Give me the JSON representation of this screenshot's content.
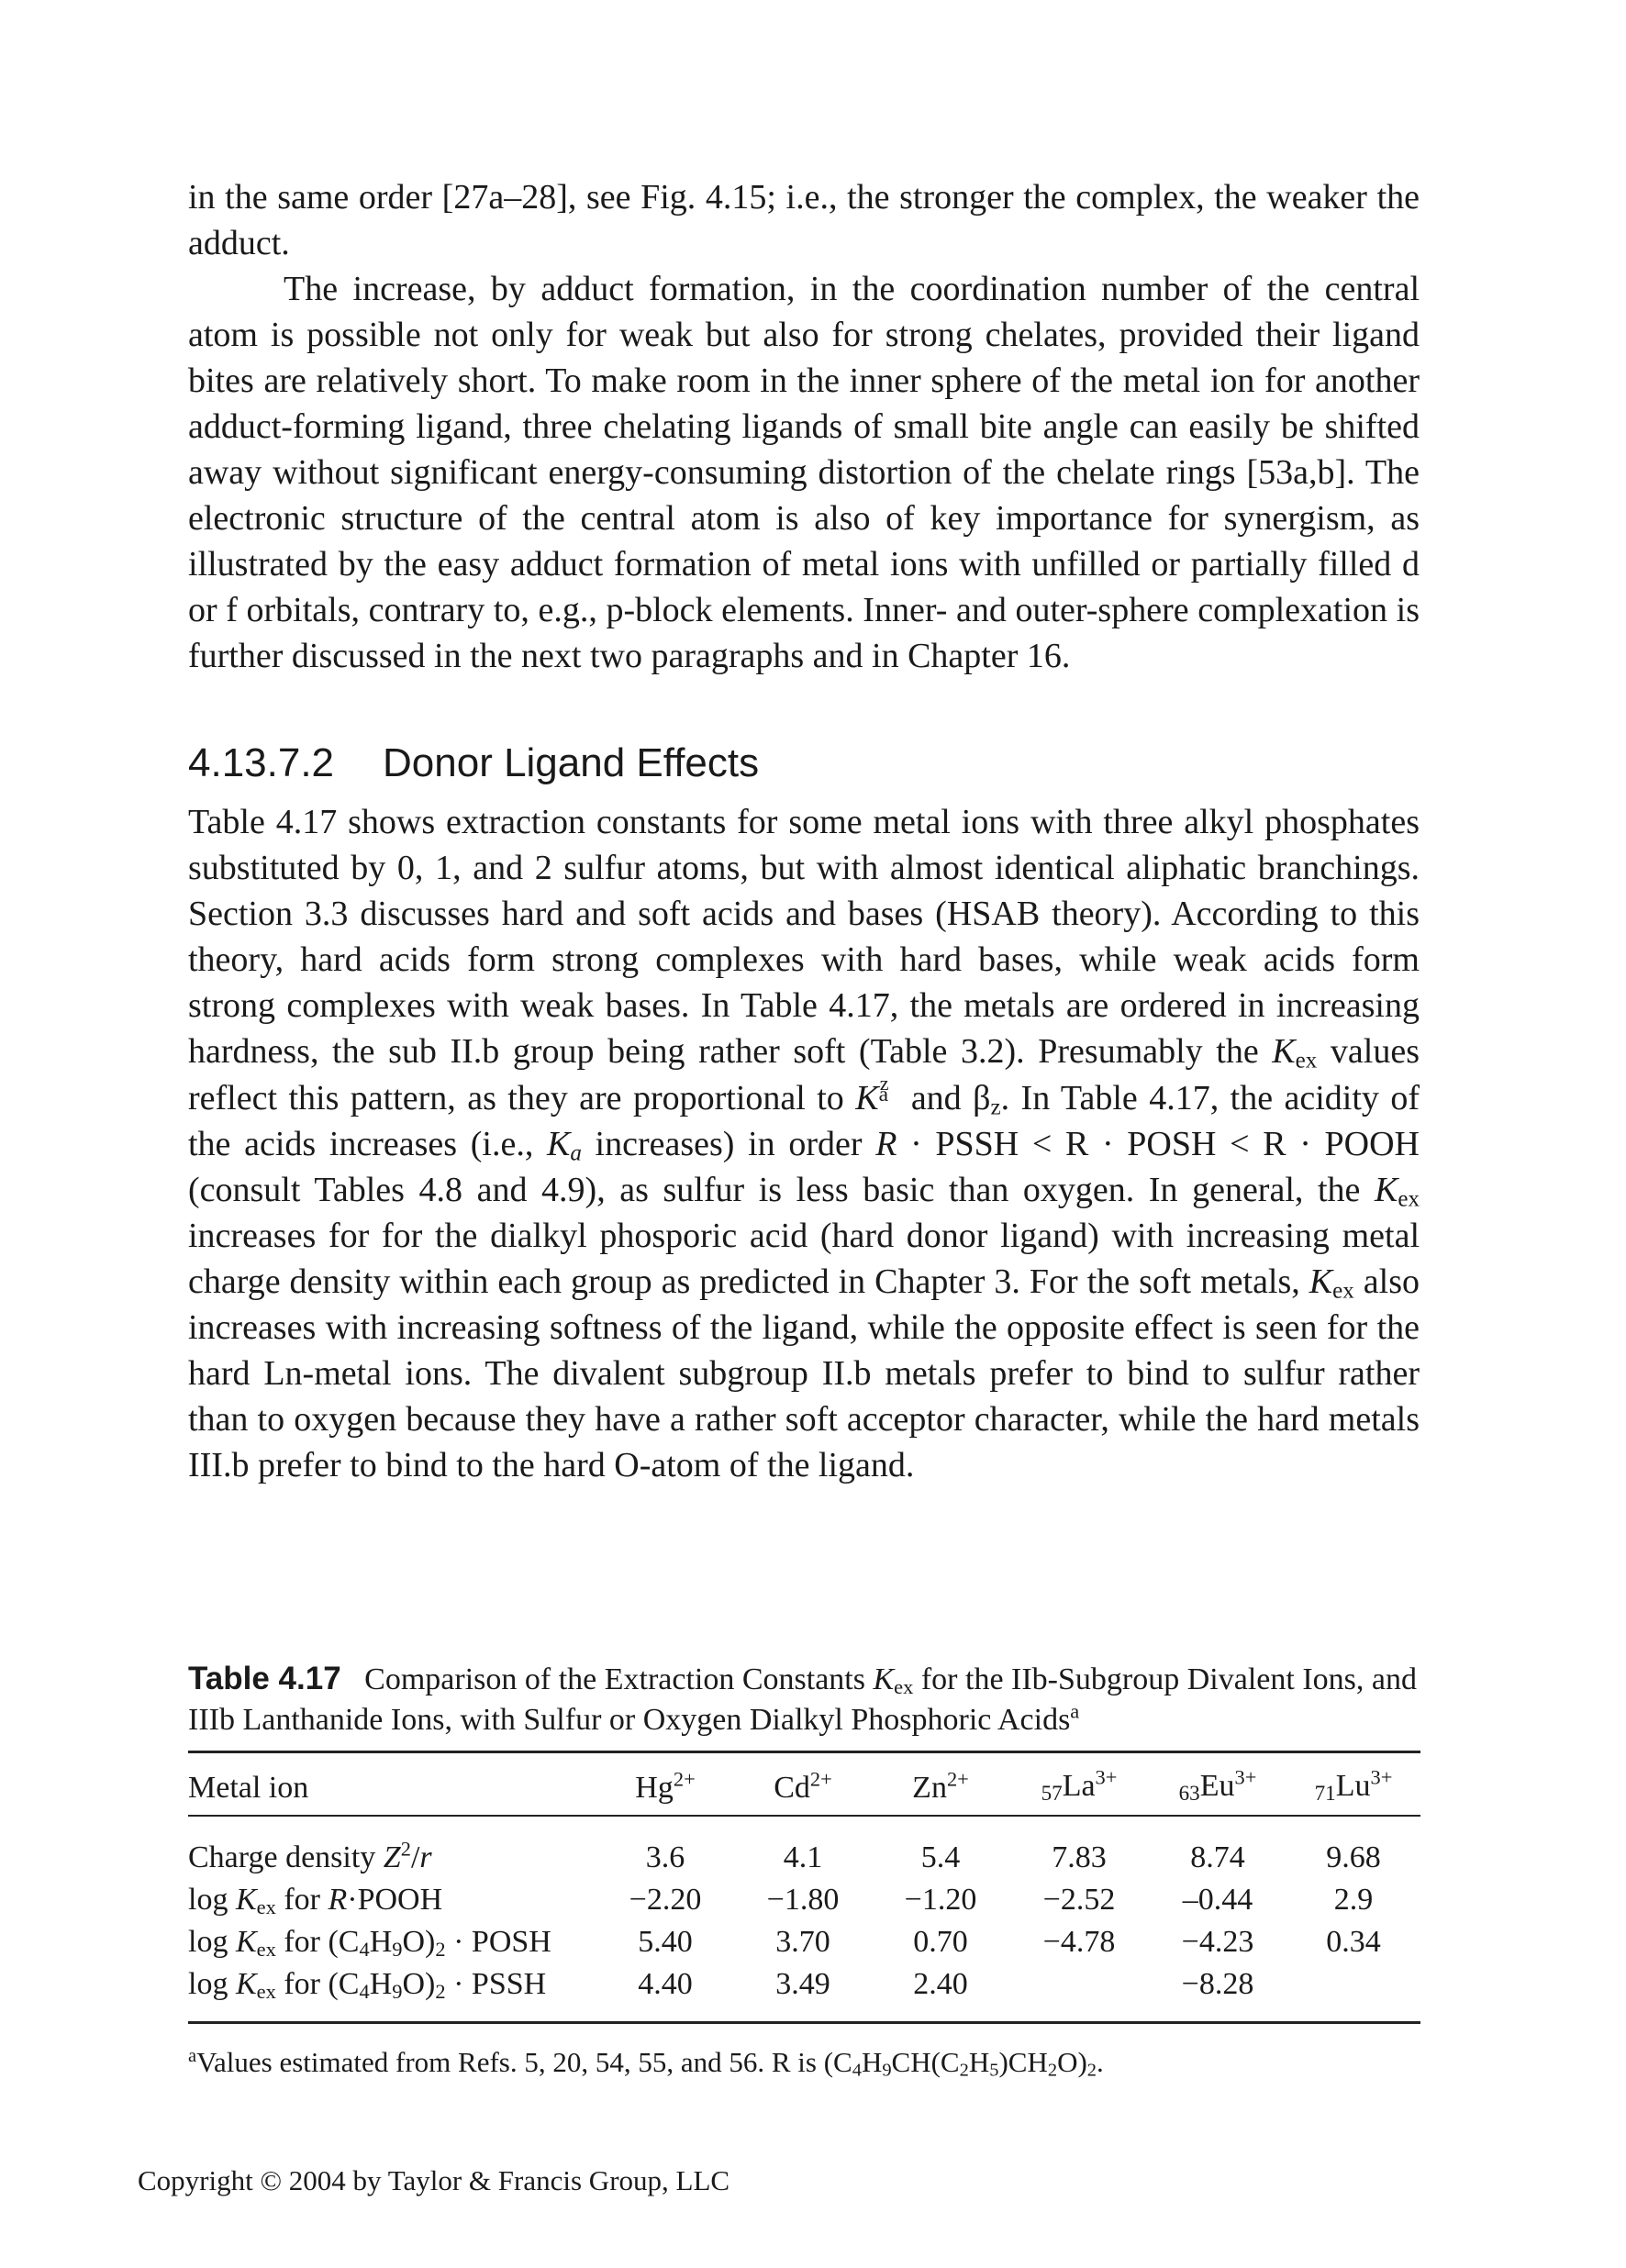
{
  "body": {
    "p1_text": "in the same order [27a–28], see Fig. 4.15; i.e., the stronger the complex, the weaker the adduct.",
    "p2_text": "The increase, by adduct formation, in the coordination number of the central atom is possible not only for weak but also for strong chelates, provided their ligand bites are relatively short. To make room in the inner sphere of the metal ion for another adduct-forming ligand, three chelating ligands of small bite angle can easily be shifted away without significant energy-consuming distortion of the chelate rings [53a,b]. The electronic structure of the central atom is also of key importance for synergism, as illustrated by the easy adduct formation of metal ions with unfilled or partially filled d or f orbitals, contrary to, e.g., p-block elements. Inner- and outer-sphere complexation is further discussed in the next two paragraphs and in Chapter 16.",
    "heading_number": "4.13.7.2",
    "heading_title": "Donor Ligand Effects",
    "p3": {
      "s1": "Table 4.17 shows extraction constants for some metal ions with three alkyl phosphates substituted by 0, 1, and 2 sulfur atoms, but with almost identical aliphatic branchings. Section 3.3 discusses hard and soft acids and bases (HSAB theory). According to this theory, hard acids form strong complexes with hard bases, while weak acids form strong complexes with weak bases. In Table 4.17, the metals are ordered in increasing hardness, the sub II.b group being rather soft (Table 3.2). Presumably the ",
      "K": "K",
      "ex": "ex",
      "s2": " values reflect this pattern, as they are proportional to ",
      "kz_sup": "z",
      "kz_sub": "a",
      "s3": " and ",
      "beta": "β",
      "z": "z",
      "s4": ". In Table 4.17, the acidity of the acids increases (i.e., ",
      "a": "a",
      "s5": " increases) in order ",
      "R": "R",
      "s6": " · PSSH < R · POSH < R · POOH (consult Tables 4.8 and 4.9), as sulfur is less basic than oxygen. In general, the ",
      "s7": " increases for for the dialkyl phosporic acid (hard donor ligand) with increasing metal charge density within each group as predicted in Chapter 3. For the soft metals, ",
      "s8": " also increases with increasing softness of the ligand, while the opposite effect is seen for the hard Ln-metal ions. The divalent subgroup II.b metals prefer to bind to sulfur rather than to oxygen because they have a rather soft acceptor character, while the hard metals III.b prefer to bind to the hard O-atom of the ligand."
    }
  },
  "table": {
    "caption_label": "Table 4.17",
    "caption_s1": "Comparison of the Extraction Constants ",
    "caption_s2": " for the IIb-Subgroup Divalent Ions, and IIIb Lanthanide Ions, with Sulfur or Oxygen Dialkyl Phosphoric Acids",
    "caption_note": "a",
    "col0": "Metal ion",
    "ions": [
      {
        "pre": "",
        "el": "Hg",
        "ch": "2+"
      },
      {
        "pre": "",
        "el": "Cd",
        "ch": "2+"
      },
      {
        "pre": "",
        "el": "Zn",
        "ch": "2+"
      },
      {
        "pre": "57",
        "el": "La",
        "ch": "3+"
      },
      {
        "pre": "63",
        "el": "Eu",
        "ch": "3+"
      },
      {
        "pre": "71",
        "el": "Lu",
        "ch": "3+"
      }
    ],
    "row_labels": {
      "r1_a": "Charge density ",
      "r1_Z": "Z",
      "r1_2": "2",
      "r1_b": "/",
      "r1_r": "r",
      "log": "log ",
      "K": "K",
      "ex": "ex",
      "for": " for ",
      "r2_R": "R",
      "r2_tail": "·POOH",
      "c4": "4",
      "h9": "9",
      "two": "2",
      "r3_head": "(C",
      "H": "H",
      "O": "O)",
      "r3_tail": " · POSH",
      "r4_tail": " · PSSH"
    },
    "rows": [
      [
        "3.6",
        "4.1",
        "5.4",
        "7.83",
        "8.74",
        "9.68"
      ],
      [
        "−2.20",
        "−1.80",
        "−1.20",
        "−2.52",
        "–0.44",
        "2.9"
      ],
      [
        "5.40",
        "3.70",
        "0.70",
        "−4.78",
        "−4.23",
        "0.34"
      ],
      [
        "4.40",
        "3.49",
        "2.40",
        "",
        "−8.28",
        ""
      ]
    ],
    "footnote": {
      "mark": "a",
      "t1": "Values estimated from Refs. 5, 20, 54, 55, and 56. R is (C",
      "n4": "4",
      "t2": "H",
      "n9": "9",
      "t3": "CH(C",
      "n2": "2",
      "t4": "H",
      "n5": "5",
      "t5": ")CH",
      "n2b": "2",
      "t6": "O)",
      "n2c": "2",
      "t7": "."
    }
  },
  "footer": "Copyright © 2004 by Taylor & Francis Group, LLC"
}
